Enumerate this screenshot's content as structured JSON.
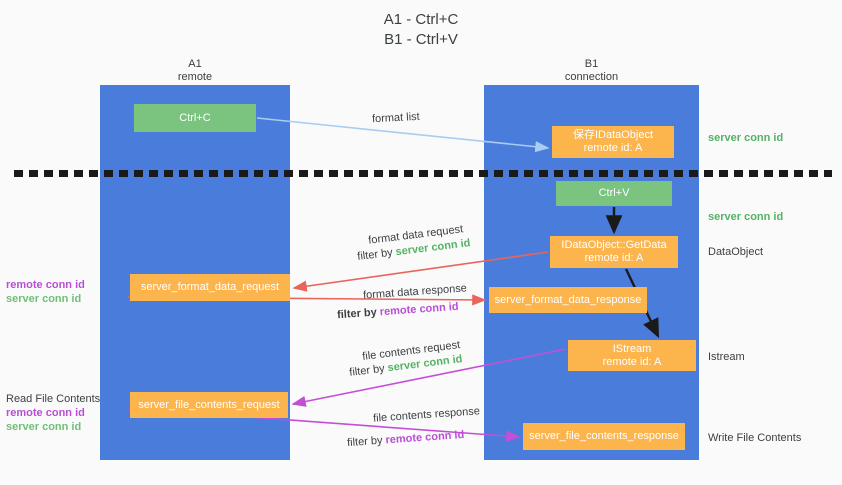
{
  "title": "A1 - Ctrl+C\nB1 - Ctrl+V",
  "colors": {
    "lane": "#4a7ddb",
    "green_box": "#7ac47f",
    "orange_box": "#fcb44c",
    "server_conn_id": "#54b265",
    "remote_conn_id": "#b84fd6",
    "arrow_format_list": "#a8cdf0",
    "arrow_format_data": "#e8655a",
    "arrow_file_contents": "#c44fd6",
    "arrow_internal": "#1a1a1a",
    "background": "#fafafa",
    "text": "#3c4043"
  },
  "columns": [
    {
      "name": "a1",
      "header": "A1\nremote"
    },
    {
      "name": "b1",
      "header": "B1\nconnection"
    }
  ],
  "boxes": {
    "ctrl_c": "Ctrl+C",
    "idataobject": "保存IDataObject\nremote id: A",
    "ctrl_v": "Ctrl+V",
    "getdata": "IDataObject::GetData\nremote id: A",
    "server_format_data_request": "server_format_data_request",
    "server_format_data_response": "server_format_data_response",
    "istream": "IStream\nremote id: A",
    "server_file_contents_request": "server_file_contents_request",
    "server_file_contents_response": "server_file_contents_response"
  },
  "annotations": {
    "server_conn_id_top": "server conn id",
    "server_conn_id_mid": "server conn id",
    "dataobject": "DataObject",
    "istream": "Istream",
    "write_file_contents": "Write File Contents",
    "read_file_contents": "Read File Contents",
    "remote_conn_id": "remote conn id",
    "server_conn_id": "server conn id"
  },
  "arrow_labels": {
    "format_list": "format list",
    "format_data_request": "format data request",
    "format_data_request_filter_prefix": "filter by ",
    "format_data_request_filter_value": "server conn id",
    "format_data_response": "format data response",
    "format_data_response_filter_prefix": "filter by ",
    "format_data_response_filter_value": "remote conn id",
    "file_contents_request": "file contents request",
    "file_contents_request_filter_prefix": "filter by ",
    "file_contents_request_filter_value": "server conn id",
    "file_contents_response": "file contents response",
    "file_contents_response_filter_prefix": "filter by ",
    "file_contents_response_filter_value": "remote conn id"
  }
}
